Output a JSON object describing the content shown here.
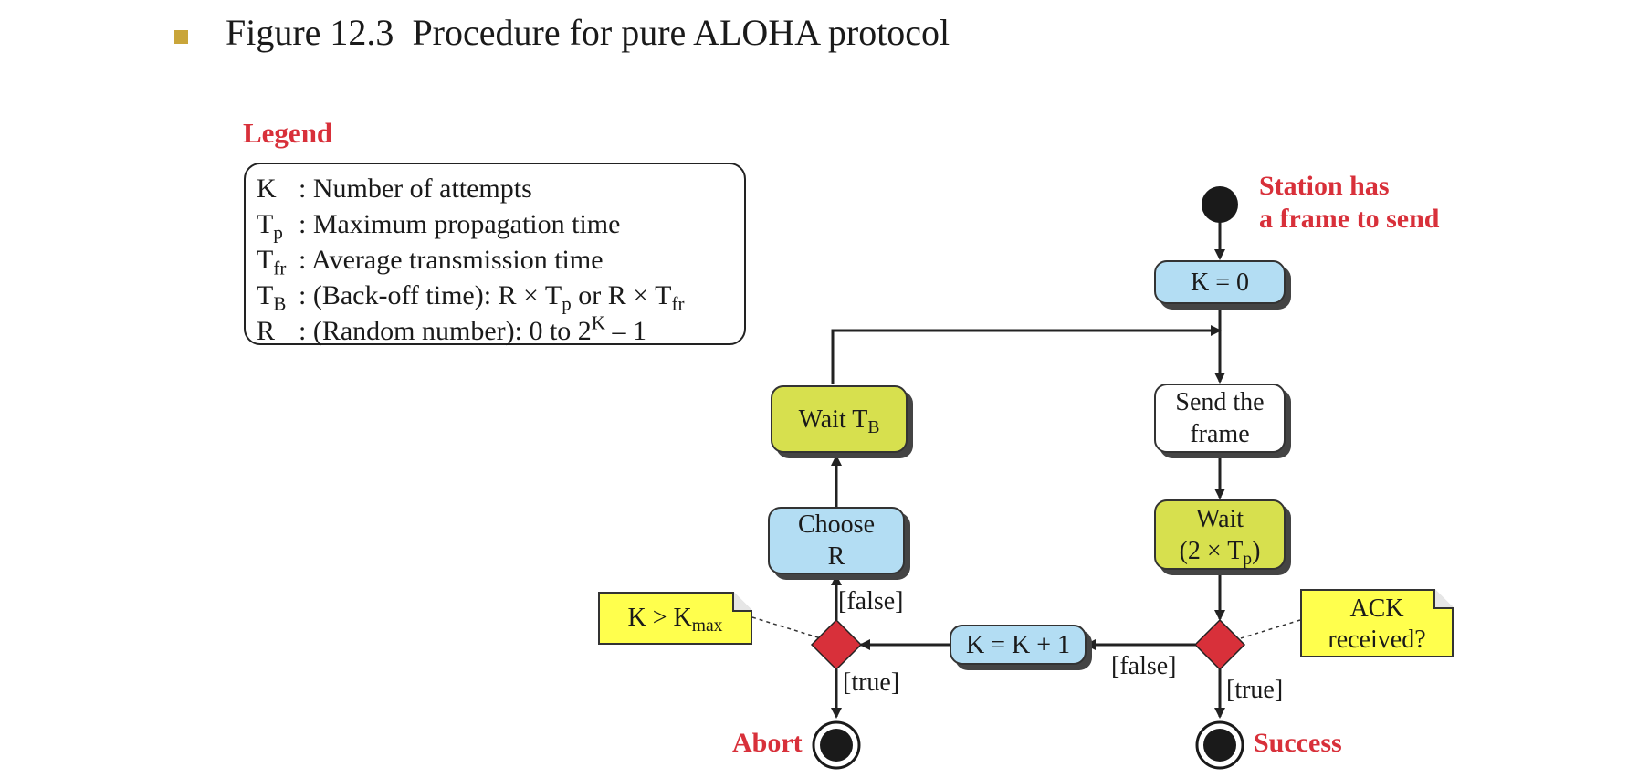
{
  "figure": {
    "bullet_color": "#c9a53a",
    "number": "Figure 12.3",
    "title": "Procedure for pure ALOHA protocol"
  },
  "legend": {
    "title": "Legend",
    "rows": [
      {
        "sym": "K",
        "sub": "",
        "text": ": Number of attempts"
      },
      {
        "sym": "T",
        "sub": "p",
        "text": ": Maximum propagation time"
      },
      {
        "sym": "T",
        "sub": "fr",
        "text": ": Average transmission time"
      },
      {
        "sym": "T",
        "sub": "B",
        "text": ": (Back-off time): R × T",
        "text_sub": "p",
        "text2": " or R × T",
        "text2_sub": "fr"
      },
      {
        "sym": "R",
        "sub": "",
        "text": ": (Random number): 0 to 2",
        "text_sup": "K",
        "text2": " – 1"
      }
    ]
  },
  "nodes": {
    "start_label_1": "Station has",
    "start_label_2": "a frame to send",
    "k_zero": "K = 0",
    "send_1": "Send the",
    "send_2": "frame",
    "wait_1": "Wait",
    "wait_2a": "(2 × T",
    "wait_2sub": "p",
    "wait_2b": ")",
    "increment": "K = K + 1",
    "choose_1": "Choose",
    "choose_2": "R",
    "wait_tb": "Wait T",
    "wait_tb_sub": "B",
    "abort": "Abort",
    "success": "Success"
  },
  "notes": {
    "ack_1": "ACK",
    "ack_2": "received?",
    "kmax": "K > K",
    "kmax_sub": "max"
  },
  "guards": {
    "false_right": "[false]",
    "true_right": "[true]",
    "false_left": "[false]",
    "true_left": "[true]"
  },
  "colors": {
    "accent_red": "#d8303a",
    "decision": "#d8303a",
    "action_blue": "#b3ddf3",
    "wait_lime": "#d7e04e",
    "note_yellow": "#ffff4d"
  }
}
